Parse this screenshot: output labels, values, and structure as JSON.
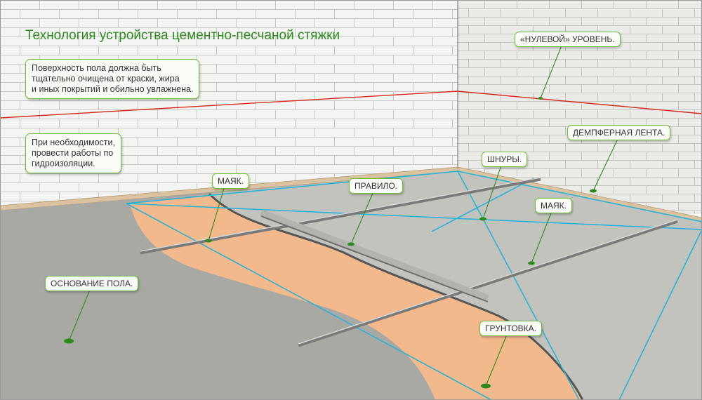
{
  "title": "Технология устройства цементно-песчаной стяжки",
  "notes": {
    "cleaning": [
      "Поверхность пола  должна быть",
      "тщательно очищена от краски, жира",
      "и иных покрытий и обильно увлажнена."
    ],
    "waterproofing": [
      "При необходимости,",
      "провести работы по",
      "гидроизоляции."
    ]
  },
  "labels": {
    "zero_level": "«НУЛЕВОЙ» УРОВЕНЬ.",
    "damper_tape": "ДЕМПФЕРНАЯ ЛЕНТА.",
    "cords": "ШНУРЫ.",
    "beacon_left": "МАЯК.",
    "rule": "ПРАВИЛО.",
    "beacon_right": "МАЯК.",
    "floor_base": "ОСНОВАНИЕ ПОЛА.",
    "primer": "ГРУНТОВКА."
  },
  "colors": {
    "accent_green": "#2e8b1f",
    "callout_border": "#6fbf3a",
    "leader_line": "#2f8a1e",
    "zero_line": "#d42a1a",
    "cord": "#27b4d6",
    "primer": "#f2b98c",
    "concrete": "#a9a9a4",
    "screed": "#c2c3bd"
  }
}
